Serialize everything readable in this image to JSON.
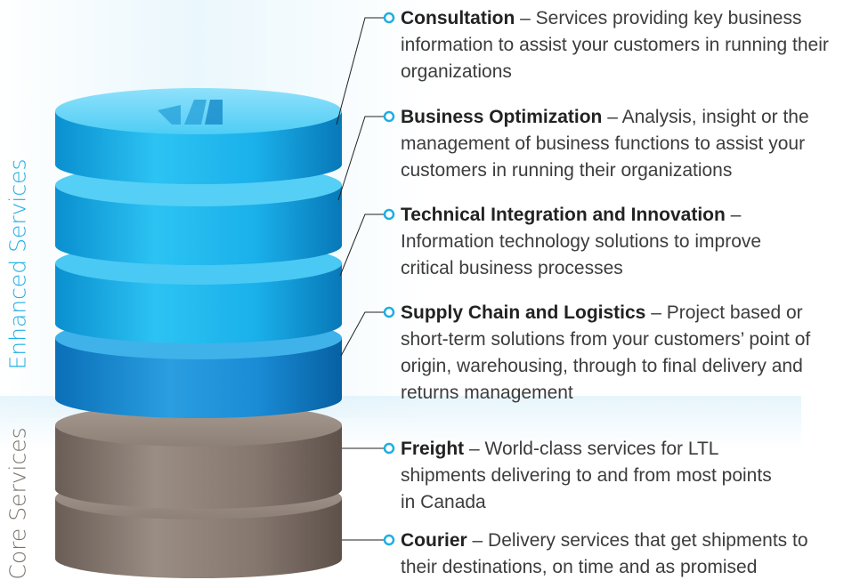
{
  "labels": {
    "enhanced": "Enhanced Services",
    "core": "Core Services"
  },
  "colors": {
    "enhanced_accent": "#1eaee3",
    "core_accent": "#7b7169",
    "blue_layer": "#1ab4ec",
    "brown_layer": "#8a7c72"
  },
  "items": [
    {
      "title": "Consultation",
      "desc": " – Services providing key business information to assist your customers in running their organizations"
    },
    {
      "title": "Business Optimization",
      "desc": " – Analysis, insight or the management of business functions to assist your customers in running their organizations"
    },
    {
      "title": "Technical Integration and Innovation",
      "desc": " – Information technology solutions to improve critical business processes"
    },
    {
      "title": "Supply Chain and Logistics",
      "desc": " – Project based or short-term solutions from your customers’ point of origin, warehousing, through to final delivery and returns management"
    },
    {
      "title": "Freight",
      "desc": " – World-class services for LTL shipments delivering to and from most points in Canada"
    },
    {
      "title": "Courier",
      "desc": " – Delivery services that get shipments to their destinations, on time and as promised"
    }
  ]
}
